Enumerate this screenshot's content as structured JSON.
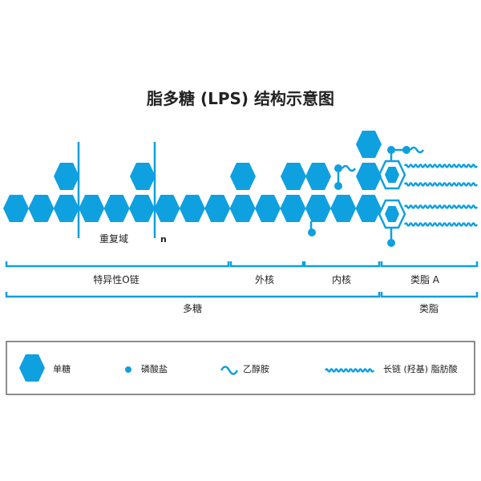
{
  "title": "脂多糖 (LPS) 结构示意图",
  "labels": {
    "repeat_domain": "重复域",
    "repeat_n": "n",
    "o_chain": "特异性O链",
    "outer_core": "外核",
    "inner_core": "内核",
    "lipid_a": "类脂 A",
    "polysaccharide": "多糖",
    "lipid": "类脂"
  },
  "legend": [
    {
      "icon": "hexagon-icon",
      "label": "单糖"
    },
    {
      "icon": "dot-icon",
      "label": "磷酸盐"
    },
    {
      "icon": "wave-icon",
      "label": "乙醇胺"
    },
    {
      "icon": "long-wave-icon",
      "label": "长链 (羟基) 脂肪酸"
    }
  ],
  "colors": {
    "accent": "#0fa0e0",
    "text": "#222222"
  }
}
